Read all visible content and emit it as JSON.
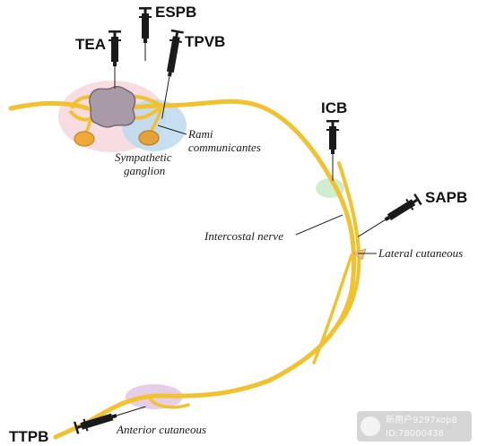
{
  "labels": {
    "espb": "ESPB",
    "tea": "TEA",
    "tpvb": "TPVB",
    "icb": "ICB",
    "sapb": "SAPB",
    "ttpb": "TTPB",
    "rami_1": "Rami",
    "rami_2": "communicantes",
    "symp_1": "Sympathetic",
    "symp_2": "ganglion",
    "intercostal": "Intercostal nerve",
    "lateral": "Lateral cutaneous",
    "anterior": "Anterior cutaneous"
  },
  "watermark": {
    "line1": "新用户9297xop8",
    "line2": "ID:78000438"
  },
  "colors": {
    "nerve": "#f2c12e",
    "nerve_outline": "#d4a017",
    "spinal_cord": "#a89aa6",
    "ganglion": "#efa93a",
    "halo_pink": "#f6d6dc",
    "halo_blue": "#bcd9ee",
    "halo_green": "#cdeccc",
    "halo_purple": "#e4c9e6",
    "syringe": "#1a1a1a"
  }
}
